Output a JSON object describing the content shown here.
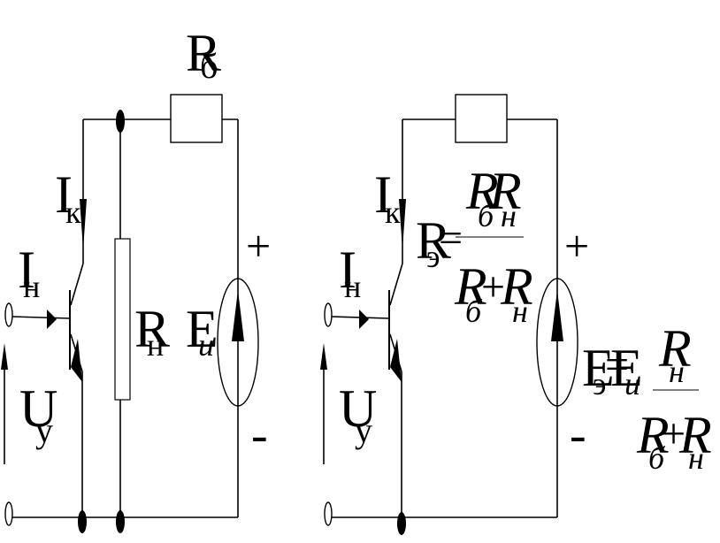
{
  "left_circuit": {
    "resistor_base": {
      "main": "R",
      "sub": "б"
    },
    "collector_current": {
      "main": "I",
      "sub": "к"
    },
    "load_current": {
      "main": "I",
      "sub": "н"
    },
    "resistor_load": {
      "main": "R",
      "sub": "н"
    },
    "source": {
      "main": "E",
      "sub": "и"
    },
    "control_voltage": {
      "main": "U",
      "sub": "у"
    },
    "plus": "+",
    "minus": "-"
  },
  "right_circuit": {
    "collector_current": {
      "main": "I",
      "sub": "к"
    },
    "load_current": {
      "main": "I",
      "sub": "н"
    },
    "control_voltage": {
      "main": "U",
      "sub": "у"
    },
    "plus": "+",
    "minus": "-",
    "equiv_resistance": {
      "lhs": "R",
      "lhs_sub": "э",
      "eq": "=",
      "num": [
        "R",
        "б",
        "R",
        "н"
      ],
      "den": [
        "R",
        "б",
        "+",
        "R",
        "н"
      ]
    },
    "equiv_source": {
      "lhs": "E",
      "lhs_sub": "э",
      "eq": "=",
      "mid": "E",
      "mid_sub": "и",
      "num": [
        "R",
        "н"
      ],
      "den": [
        "R",
        "б",
        "+",
        "R",
        "н"
      ]
    }
  },
  "colors": {
    "line": "#000000",
    "background": "#ffffff"
  }
}
